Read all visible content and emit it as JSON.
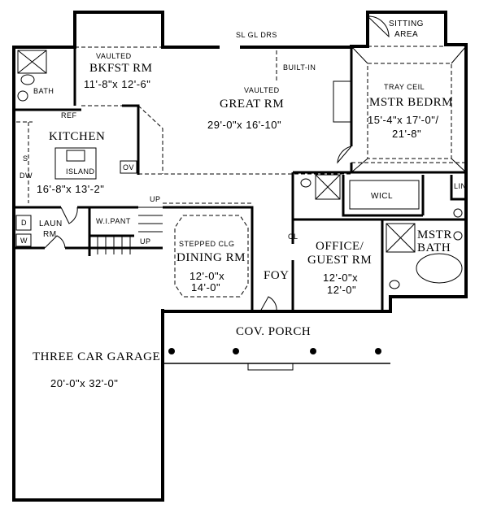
{
  "title": "Floor Plan",
  "rooms": {
    "breakfast": {
      "note": "VAULTED",
      "name": "BKFST RM",
      "size": "11'-8\"x 12'-6\""
    },
    "great_room": {
      "note": "VAULTED",
      "name": "GREAT RM",
      "size": "29'-0\"x 16'-10\""
    },
    "sitting": {
      "line1": "SITTING",
      "line2": "AREA"
    },
    "master_bedroom": {
      "note": "TRAY CEIL",
      "name": "MSTR BEDRM",
      "size1": "15'-4\"x 17'-0\"/",
      "size2": "21'-8\""
    },
    "bath": {
      "name": "BATH"
    },
    "kitchen": {
      "name": "KITCHEN",
      "island": "ISLAND",
      "size": "16'-8\"x 13'-2\"",
      "ref": "REF",
      "sink": "S",
      "dw": "DW",
      "oven": "OV"
    },
    "laundry": {
      "line1": "LAUN",
      "line2": "RM",
      "dryer": "D",
      "washer": "W"
    },
    "pantry": {
      "name": "W.I.PANT"
    },
    "stairs": {
      "up1": "UP",
      "up2": "UP"
    },
    "dining": {
      "note": "STEPPED CLG",
      "name": "DINING RM",
      "size1": "12'-0\"x",
      "size2": "14'-0\""
    },
    "foyer": {
      "name": "FOY",
      "closet": "CL"
    },
    "office": {
      "line1": "OFFICE/",
      "line2": "GUEST RM",
      "size1": "12'-0\"x",
      "size2": "12'-0\""
    },
    "wicl": {
      "name": "WICL",
      "linen": "LIN"
    },
    "master_bath": {
      "line1": "MSTR",
      "line2": "BATH"
    },
    "porch": {
      "name": "COV. PORCH"
    },
    "garage": {
      "name": "THREE CAR GARAGE",
      "size": "20'-0\"x 32'-0\""
    }
  },
  "labels": {
    "sliding_doors": "SL GL DRS",
    "built_in": "BUILT-IN"
  }
}
